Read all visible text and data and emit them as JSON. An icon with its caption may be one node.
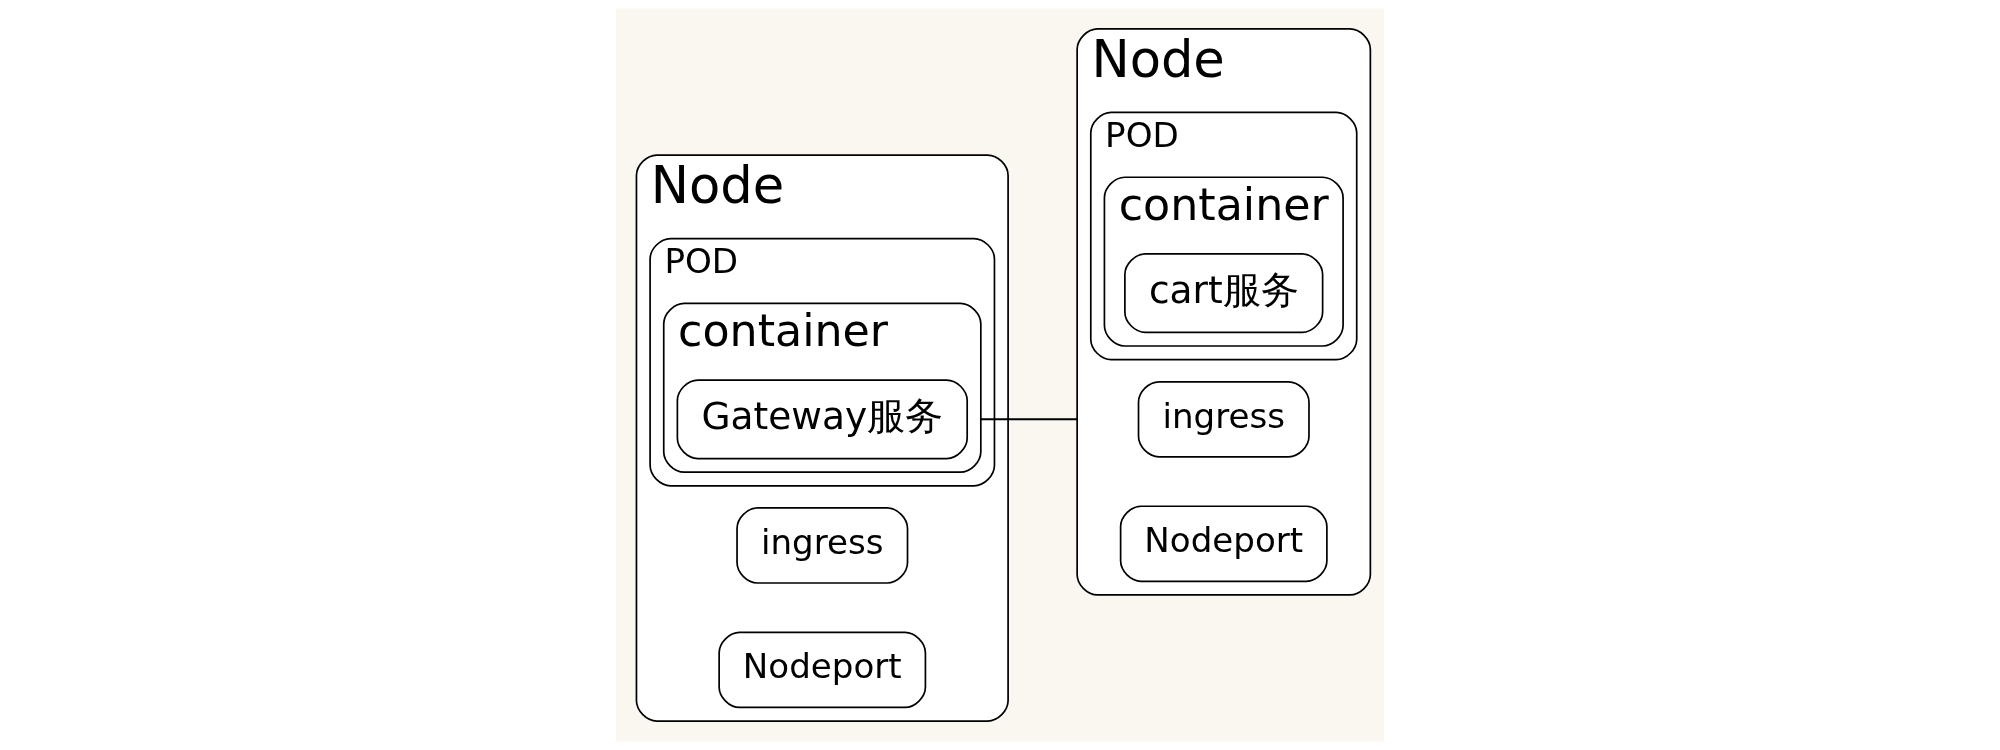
{
  "diagram": {
    "nodes": [
      {
        "text": [
          "Node"
        ]
      },
      {
        "text": [
          "ingress"
        ],
        "in": 0
      },
      {
        "text": [
          "Nodeport"
        ],
        "in": 0
      },
      {
        "text": [
          "POD"
        ],
        "in": 0
      },
      {
        "text": [
          "container"
        ],
        "in": 3
      },
      {
        "text": [
          "Gateway服务"
        ],
        "in": 4
      },
      {
        "text": [
          "Node"
        ]
      },
      {
        "text": [
          "ingress"
        ],
        "in": 6
      },
      {
        "text": [
          "Nodeport"
        ],
        "in": 6
      },
      {
        "text": [
          "POD"
        ],
        "in": 6
      },
      {
        "text": [
          "container"
        ],
        "in": 9
      },
      {
        "text": [
          "cart服务"
        ],
        "in": 10
      }
    ],
    "edges": [
      {
        "from": 4,
        "to": 6,
        "arrow": "none"
      }
    ]
  }
}
